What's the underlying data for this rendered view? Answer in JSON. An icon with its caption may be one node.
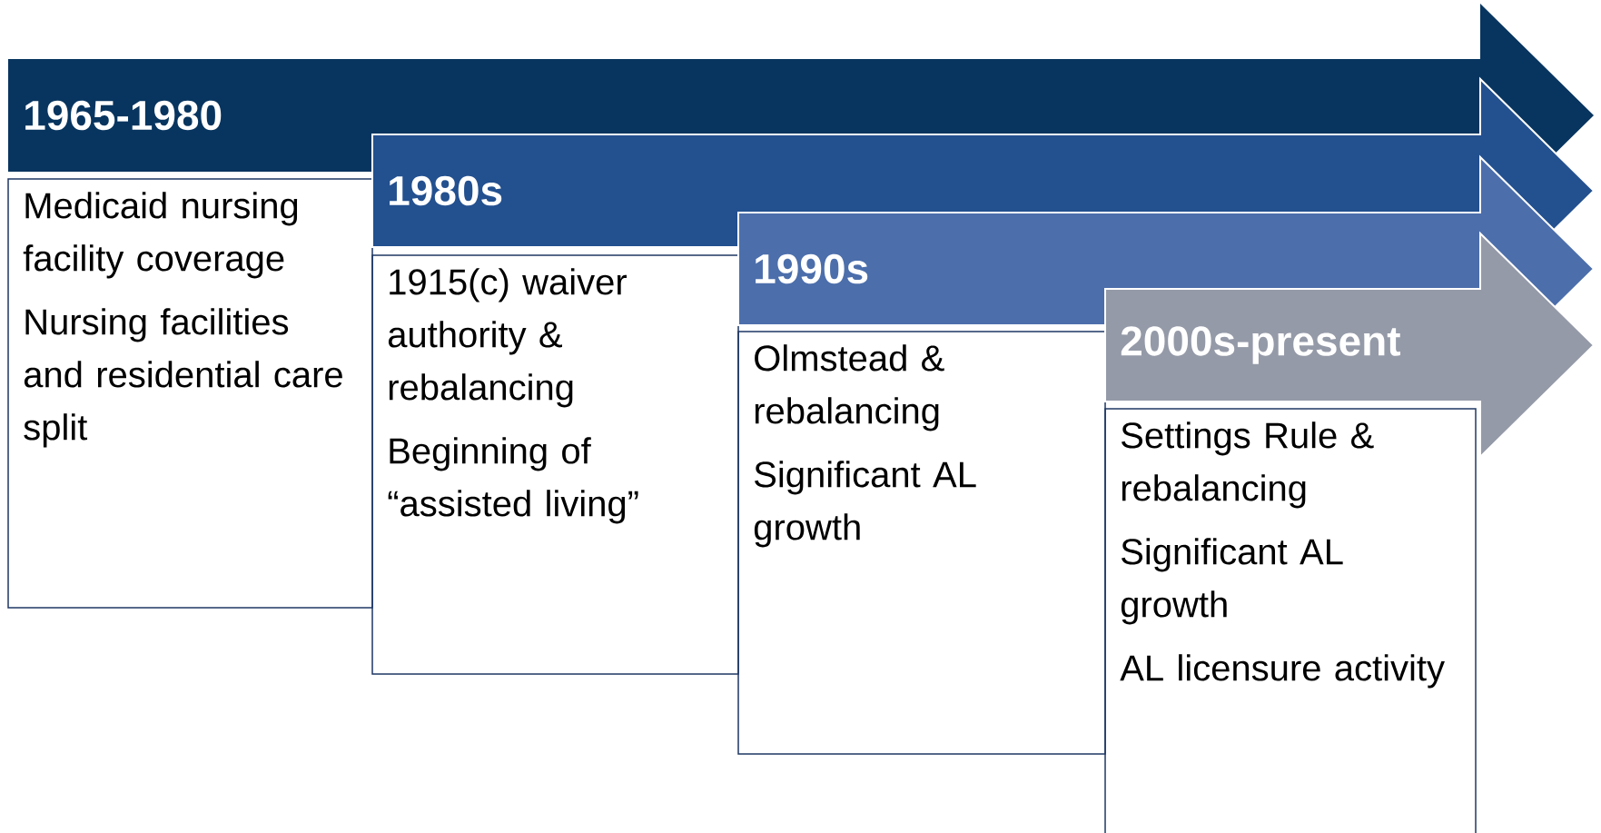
{
  "diagram": {
    "nodes": [
      {
        "text": [
          "1965-1980"
        ]
      },
      {
        "text": [
          "Medicaid nursing facility coverage",
          "Nursing facilities and residential care split"
        ]
      },
      {
        "text": [
          "1980s"
        ]
      },
      {
        "text": [
          "1915(c) waiver authority & rebalancing",
          "Beginning of “assisted living”"
        ]
      },
      {
        "text": [
          "1990s"
        ]
      },
      {
        "text": [
          "Olmstead & rebalancing",
          "Significant AL growth"
        ]
      },
      {
        "text": [
          "2000s-present"
        ]
      },
      {
        "text": [
          "Settings Rule & rebalancing",
          "Significant AL growth",
          "AL licensure activity"
        ]
      }
    ]
  }
}
